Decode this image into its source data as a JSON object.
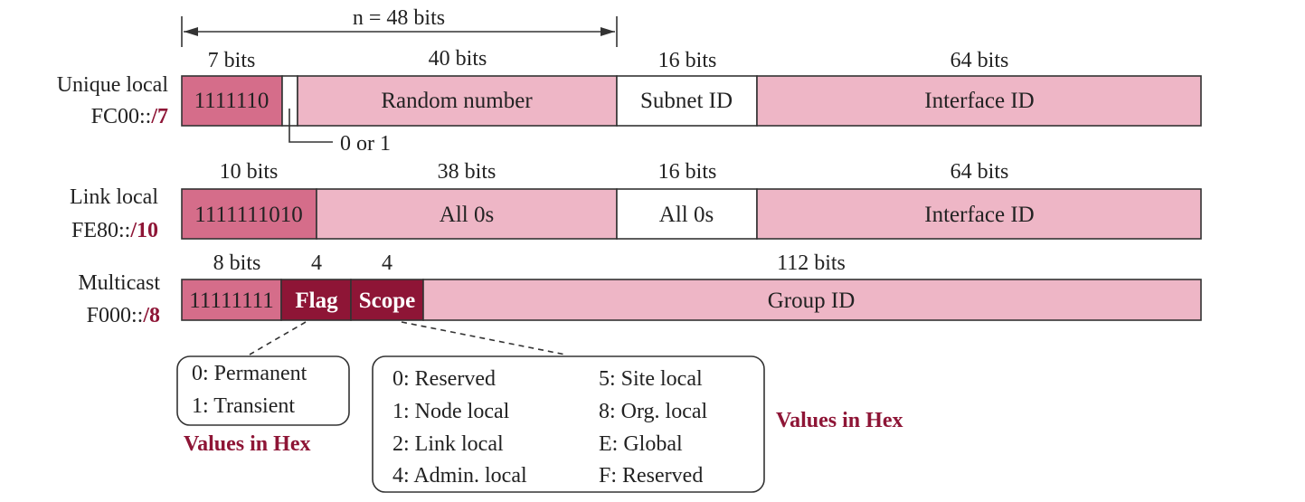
{
  "top": {
    "n_label": "n = 48 bits"
  },
  "rows": {
    "unique": {
      "name": "Unique local",
      "prefix": "FC00::",
      "prefix_len": "/7",
      "bits": [
        "7 bits",
        "40 bits",
        "16 bits",
        "64 bits"
      ],
      "fields": [
        "1111110",
        "Random number",
        "Subnet ID",
        "Interface ID"
      ],
      "bit_note": "0 or 1"
    },
    "link": {
      "name": "Link local",
      "prefix": "FE80::",
      "prefix_len": "/10",
      "bits": [
        "10 bits",
        "38 bits",
        "16 bits",
        "64 bits"
      ],
      "fields": [
        "1111111010",
        "All 0s",
        "All 0s",
        "Interface ID"
      ]
    },
    "multicast": {
      "name": "Multicast",
      "prefix": "F000::",
      "prefix_len": "/8",
      "bits": [
        "8 bits",
        "4",
        "4",
        "112 bits"
      ],
      "fields": [
        "11111111",
        "Flag",
        "Scope",
        "Group ID"
      ]
    }
  },
  "flag_box": {
    "items": [
      "0: Permanent",
      "1: Transient"
    ],
    "caption": "Values in Hex"
  },
  "scope_box": {
    "left": [
      "0: Reserved",
      "1: Node local",
      "2: Link local",
      "4: Admin. local"
    ],
    "right": [
      "5: Site local",
      "8: Org. local",
      "E: Global",
      "F: Reserved"
    ],
    "caption": "Values in Hex"
  },
  "colors": {
    "dark_pink": "#d56d8a",
    "light_pink": "#eeb6c6",
    "maroon": "#8e1536"
  }
}
